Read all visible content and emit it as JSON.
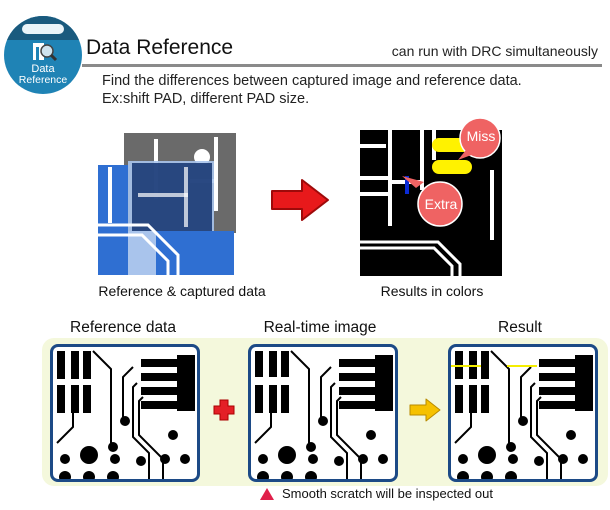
{
  "header": {
    "badge_line1": "Data",
    "badge_line2": "Reference",
    "title": "Data Reference",
    "subtitle": "can run with DRC simultaneously"
  },
  "description": {
    "line1": "Find the differences between captured image and reference data.",
    "line2": "Ex:shift PAD, different PAD size."
  },
  "top_section": {
    "left_caption": "Reference & captured data",
    "right_caption": "Results in colors",
    "bubble_miss": "Miss",
    "bubble_extra": "Extra",
    "colors": {
      "arrow": "#e8191b",
      "bubble": "#ef6363",
      "missing_pad": "#fff200",
      "extra_trace": "#0a2bd6",
      "reference_blue": "#2f6fd2",
      "captured_gray": "#6a6a6a"
    }
  },
  "bottom_section": {
    "labels": [
      "Reference data",
      "Real-time image",
      "Result"
    ],
    "note": "Smooth scratch will be inspected out",
    "colors": {
      "panel": "#f4f8dc",
      "frame": "#1c4a86",
      "plus": "#e41f26",
      "arrow": "#f6c100",
      "scratch": "#f5ee00",
      "note_triangle": "#e0204a"
    }
  }
}
